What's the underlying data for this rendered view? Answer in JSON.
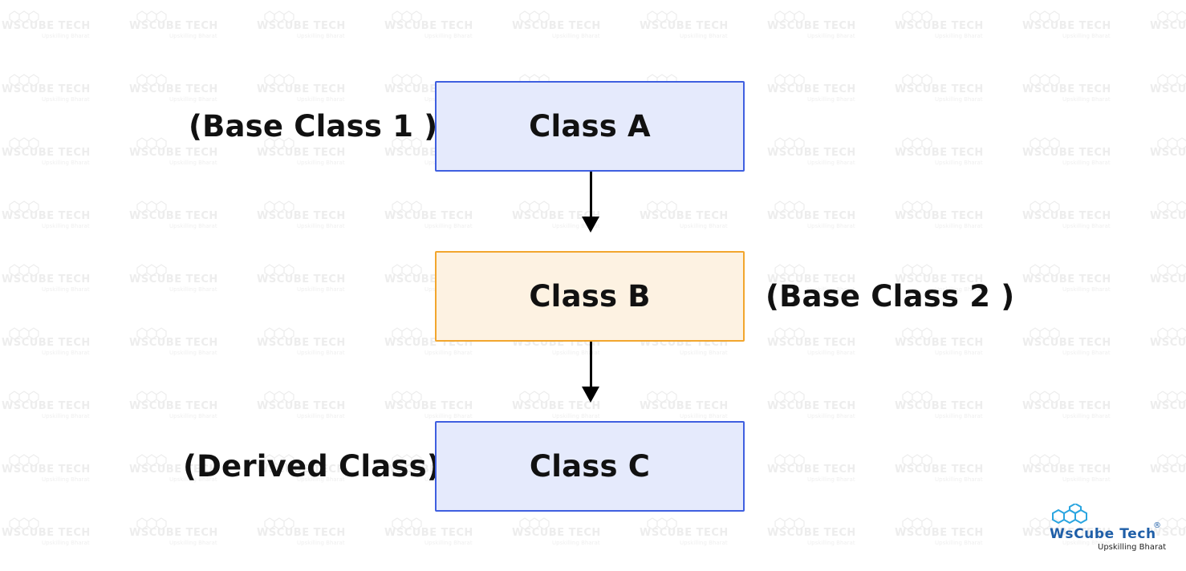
{
  "diagram": {
    "nodes": [
      {
        "id": "class-a",
        "label": "Class A",
        "role": "(Base Class 1 )",
        "fill": "#e5eafc",
        "border": "#3f5fe0"
      },
      {
        "id": "class-b",
        "label": "Class B",
        "role": "(Base Class 2 )",
        "fill": "#fdf2e2",
        "border": "#f2a62e"
      },
      {
        "id": "class-c",
        "label": "Class C",
        "role": "(Derived Class)",
        "fill": "#e5eafc",
        "border": "#3f5fe0"
      }
    ],
    "edges": [
      {
        "from": "class-a",
        "to": "class-b"
      },
      {
        "from": "class-b",
        "to": "class-c"
      }
    ]
  },
  "logo": {
    "name_part1": "WsCube",
    "name_part2": "Tech",
    "registered": "®",
    "tagline": "Upskilling Bharat",
    "color": "#1f5fa8"
  },
  "watermark": {
    "text": "WsCube Tech",
    "tagline": "Upskilling Bharat"
  }
}
